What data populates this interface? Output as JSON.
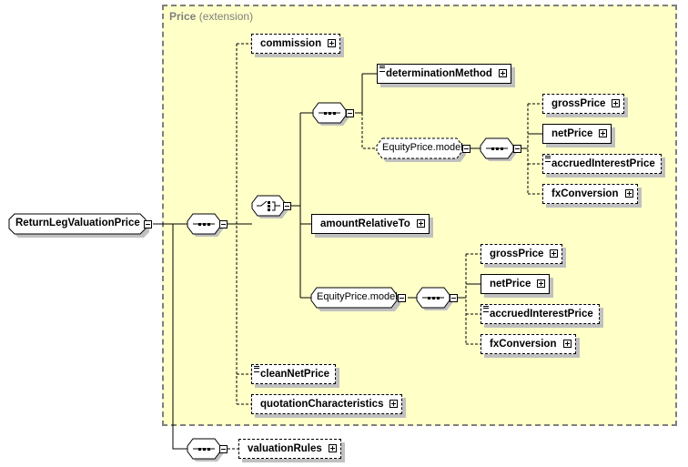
{
  "extension": {
    "name": "Price",
    "qualifier": "(extension)"
  },
  "root": {
    "label": "ReturnLegValuationPrice",
    "expanded": true
  },
  "groups": {
    "equity_model_1": {
      "label": "EquityPrice.model"
    },
    "equity_model_2": {
      "label": "EquityPrice.model"
    }
  },
  "elements": {
    "commission": {
      "label": "commission",
      "optional": true,
      "expandable": true
    },
    "determinationMethod": {
      "label": "determinationMethod",
      "optional": false,
      "expandable": true,
      "documented": true
    },
    "grossPrice_1": {
      "label": "grossPrice",
      "optional": true,
      "expandable": true
    },
    "netPrice_1": {
      "label": "netPrice",
      "optional": false,
      "expandable": true
    },
    "accruedInterestPrice_1": {
      "label": "accruedInterestPrice",
      "optional": true,
      "expandable": false,
      "documented": true
    },
    "fxConversion_1": {
      "label": "fxConversion",
      "optional": true,
      "expandable": true
    },
    "amountRelativeTo": {
      "label": "amountRelativeTo",
      "optional": false,
      "expandable": true
    },
    "grossPrice_2": {
      "label": "grossPrice",
      "optional": true,
      "expandable": true
    },
    "netPrice_2": {
      "label": "netPrice",
      "optional": false,
      "expandable": true
    },
    "accruedInterestPrice_2": {
      "label": "accruedInterestPrice",
      "optional": true,
      "expandable": false,
      "documented": true
    },
    "fxConversion_2": {
      "label": "fxConversion",
      "optional": true,
      "expandable": true
    },
    "cleanNetPrice": {
      "label": "cleanNetPrice",
      "optional": true,
      "expandable": false,
      "documented": true
    },
    "quotationCharacteristics": {
      "label": "quotationCharacteristics",
      "optional": true,
      "expandable": true
    },
    "valuationRules": {
      "label": "valuationRules",
      "optional": true,
      "expandable": true
    }
  },
  "compositors": {
    "seq_main": "sequence",
    "choice": "choice",
    "seq_choice_a": "sequence",
    "seq_equity_1": "sequence",
    "seq_equity_2": "sequence",
    "seq_valuation": "sequence"
  }
}
